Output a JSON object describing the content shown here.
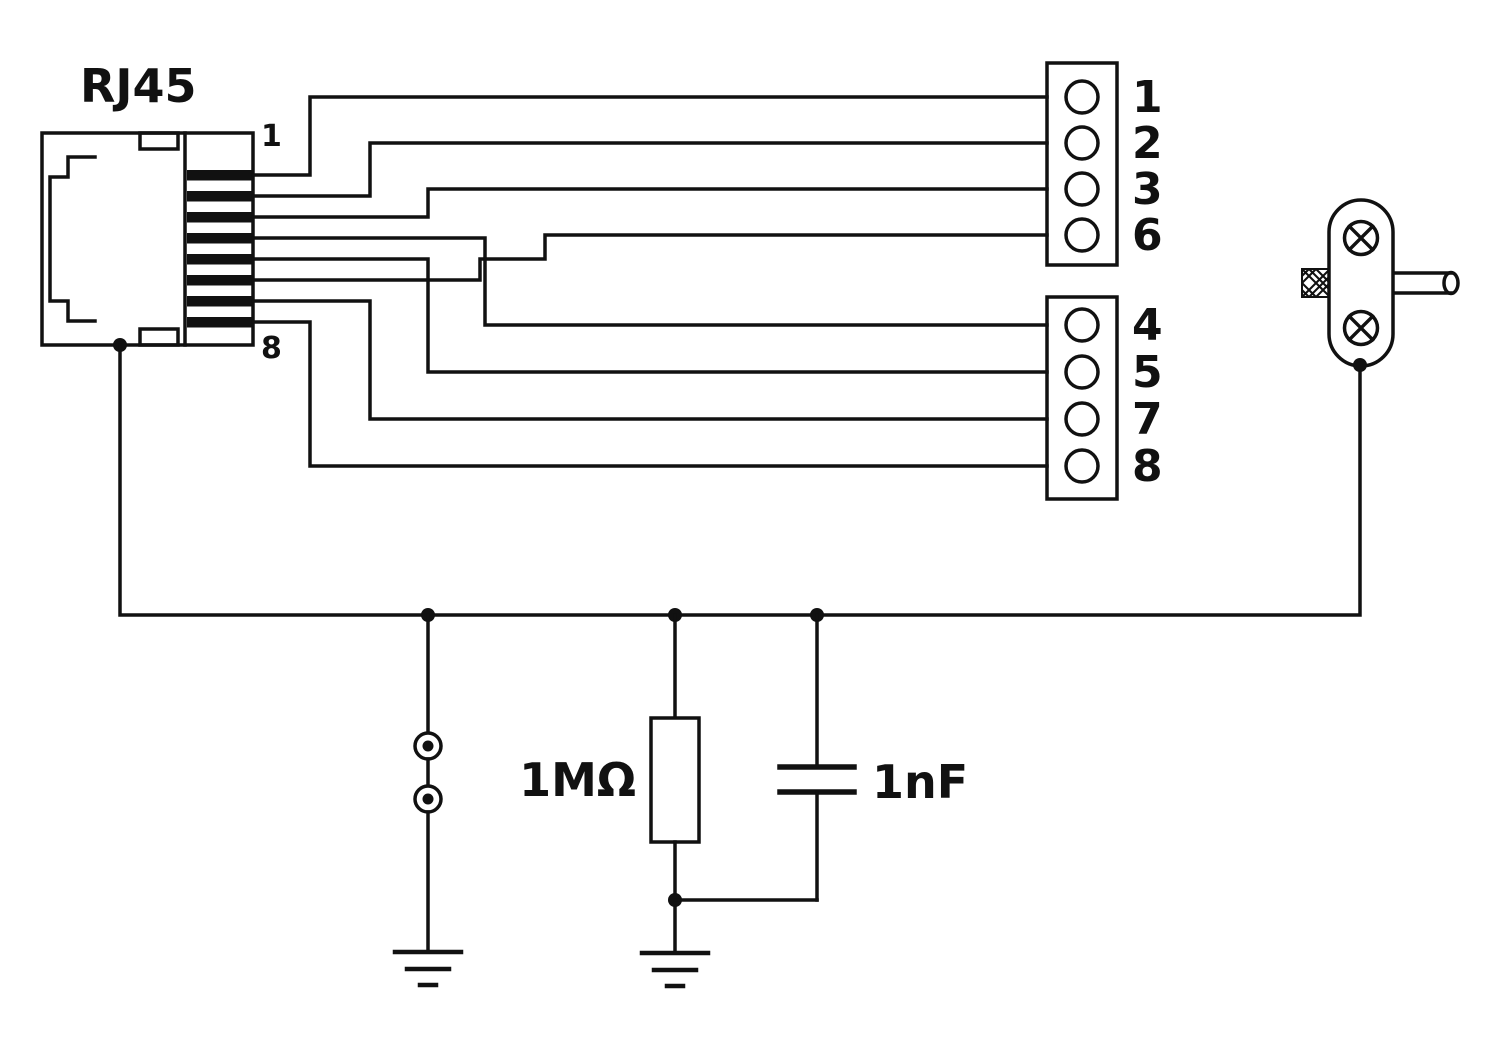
{
  "diagram": {
    "colors": {
      "line": "#111111",
      "background": "#ffffff"
    },
    "rj45": {
      "label": "RJ45",
      "top_pin_label": "1",
      "bottom_pin_label": "8",
      "pin_count": 8
    },
    "terminal_block_top": {
      "labels": [
        "1",
        "2",
        "3",
        "6"
      ]
    },
    "terminal_block_bottom": {
      "labels": [
        "4",
        "5",
        "7",
        "8"
      ]
    },
    "resistor": {
      "label": "1MΩ"
    },
    "capacitor": {
      "label": "1nF"
    }
  }
}
